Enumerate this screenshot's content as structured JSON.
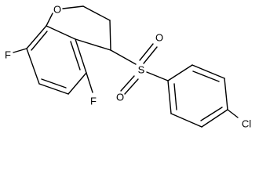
{
  "molecule": {
    "atoms": {
      "oxygen_ring": "O",
      "sulfur": "S",
      "oxygen_sulfonyl_top": "O",
      "oxygen_sulfonyl_bottom": "O",
      "fluorine_8": "F",
      "fluorine_5": "F",
      "chlorine": "Cl"
    },
    "colors": {
      "bond": "#000000",
      "label": "#000000",
      "background": "#ffffff"
    }
  }
}
